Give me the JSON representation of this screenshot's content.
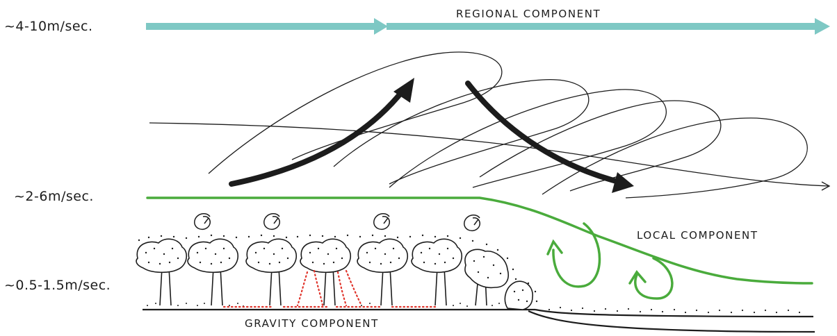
{
  "speeds": {
    "regional": "~4-10m/sec.",
    "canopy_top": "~2-6m/sec.",
    "understory": "~0.5-1.5m/sec."
  },
  "components": {
    "regional": "REGIONAL COMPONENT",
    "local": "LOCAL COMPONENT",
    "gravity": "GRAVITY COMPONENT"
  },
  "colors": {
    "regional_arrow": "#7ec8c4",
    "local_flow": "#4aab3c",
    "gravity_flow": "#e0332a",
    "ink": "#1c1c1c"
  }
}
